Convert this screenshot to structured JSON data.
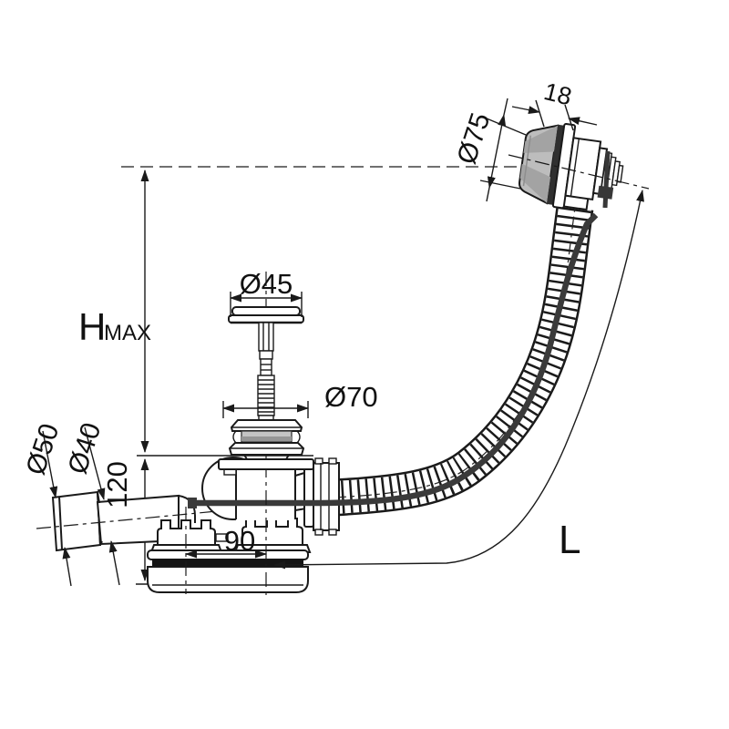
{
  "drawing": {
    "type": "technical-line-drawing",
    "subject": "bath waste and overflow set with bowl siphon, corrugated overflow hose and drain plug",
    "background": "#ffffff",
    "line_color": "#1a1a1a",
    "cap_fill": "#bdbdbd",
    "cap_fill_dark": "#a3a3a3",
    "cable_color": "#3a3a3a",
    "seal_color": "#151515"
  },
  "labels": {
    "overflow_cap_width": "18",
    "overflow_cap_diameter": "Ø75",
    "plug_diameter": "Ø45",
    "flange_diameter": "Ø70",
    "outlet_nut_diameter": "Ø50",
    "outlet_pipe_diameter": "Ø40",
    "installed_height": "120",
    "axis_offset": "90",
    "max_height_main": "H",
    "max_height_sub": "MAX",
    "hose_length": "L"
  }
}
